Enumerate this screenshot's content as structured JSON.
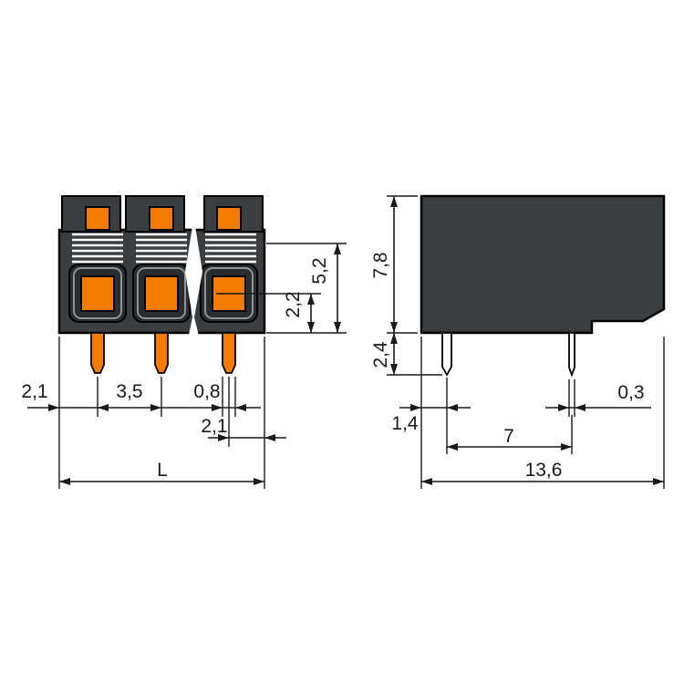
{
  "drawing": {
    "kind": "technical dimension drawing",
    "subject": "3-pole PCB terminal block with push-buttons, front and side views"
  },
  "colors": {
    "background": "#ffffff",
    "line": "#1a1a1a",
    "outline": "#000000",
    "body": "#3b3e40",
    "body_dark": "#2a2d2f",
    "ring": "#8d9396",
    "orange": "#f57b00"
  },
  "front_view": {
    "name": "front view",
    "dimensions": {
      "left_edge_to_pin": "2,1",
      "pin_pitch": "3,5",
      "pin_width": "0,8",
      "pin_to_right_edge": "2,1",
      "overall_length": "L",
      "clamp_height": "5,2",
      "pushbutton_height": "2,2"
    }
  },
  "side_view": {
    "name": "side view",
    "dimensions": {
      "housing_height": "7,8",
      "pin_length": "2,4",
      "edge_to_first_pin": "1,4",
      "pin_thickness": "0,3",
      "pin_row_spacing": "7",
      "overall_depth": "13,6"
    }
  }
}
